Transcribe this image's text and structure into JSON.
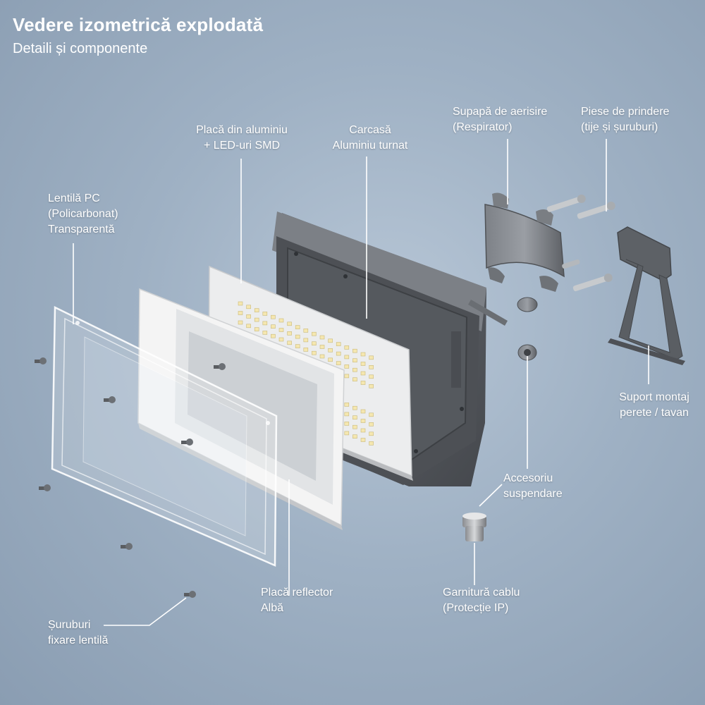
{
  "header": {
    "title": "Vedere izometrică explodată",
    "subtitle": "Detaili și componente"
  },
  "labels": {
    "led_board": [
      "Placă din aluminiu",
      "+ LED-uri SMD"
    ],
    "housing": [
      "Carcasă",
      "Aluminiu turnat"
    ],
    "vent_valve": [
      "Supapă de aerisire",
      "(Respirator)"
    ],
    "fasteners": [
      "Piese de prindere",
      "(tije și șuruburi)"
    ],
    "lens": [
      "Lentilă PC",
      "(Policarbonat)",
      "Transparentă"
    ],
    "mount_bracket": [
      "Suport montaj",
      "perete / tavan"
    ],
    "hanging_accessory": [
      "Accesoriu",
      "suspendare"
    ],
    "reflector": [
      "Placă reflector",
      "Albă"
    ],
    "cable_gland": [
      "Garnitură cablu",
      "(Protecție IP)"
    ],
    "lens_screws": [
      "Șuruburi",
      "fixare lentilă"
    ]
  },
  "colors": {
    "background": "#9fb1c4",
    "housing": "#5b5e63",
    "board": "#f2f3f4",
    "leader_line": "#ffffff"
  }
}
